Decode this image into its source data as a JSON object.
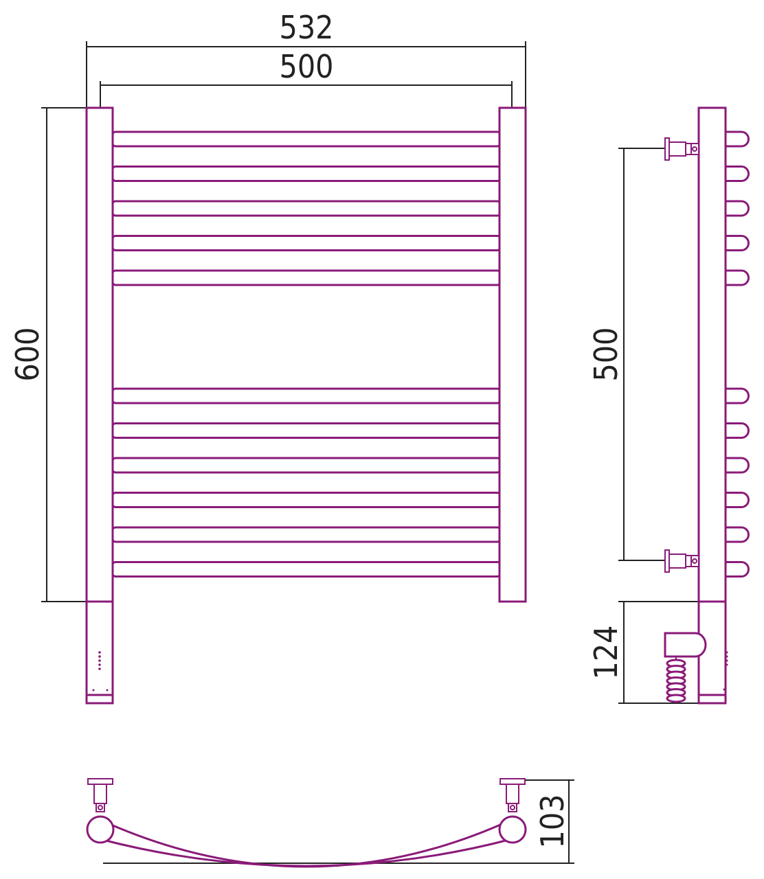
{
  "colors": {
    "part": "#8a1a78",
    "dimension": "#222222",
    "background": "#ffffff"
  },
  "dimensions": {
    "overall_width": "532",
    "inner_width": "500",
    "height": "600",
    "mount_spacing": "500",
    "cable_height": "124",
    "depth": "103"
  },
  "views": [
    "front-view",
    "side-view",
    "top-view"
  ],
  "front_view": {
    "bar_count": 11,
    "upper_group": 5,
    "lower_group": 6
  },
  "icons": [
    "power-cable-icon",
    "wall-mount-bracket-icon",
    "indicator-dots-icon"
  ]
}
